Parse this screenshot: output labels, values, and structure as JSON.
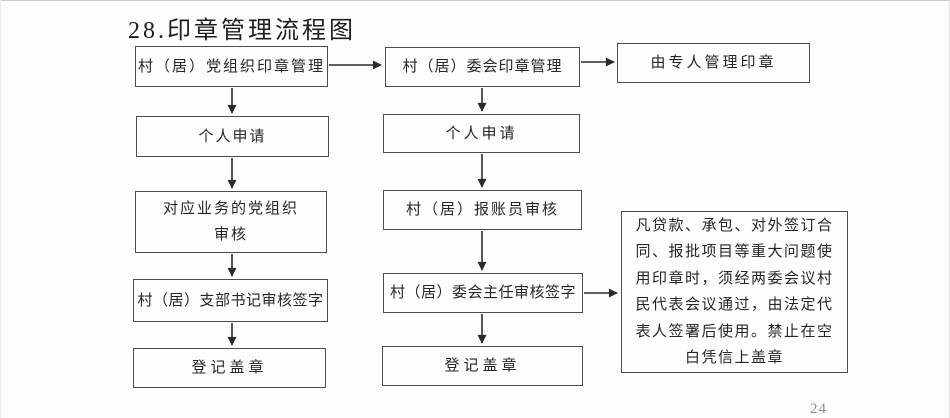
{
  "page": {
    "title": "28.印章管理流程图",
    "page_number": "24"
  },
  "colors": {
    "ink": "#262626",
    "box_border": "#4d4d4d",
    "arrow": "#2b2b2b",
    "background": "#fdfdfc"
  },
  "flowchart": {
    "left_column": {
      "boxes": [
        {
          "label": "村（居）党组织印章管理"
        },
        {
          "label": "个人申请"
        },
        {
          "label": "对应业务的党组织\n审核"
        },
        {
          "label": "村（居）支部书记审核签字"
        },
        {
          "label": "登记盖章"
        }
      ]
    },
    "middle_column": {
      "boxes": [
        {
          "label": "村（居）委会印章管理"
        },
        {
          "label": "个人申请"
        },
        {
          "label": "村（居）报账员审核"
        },
        {
          "label": "村（居）委会主任审核签字"
        },
        {
          "label": "登记盖章"
        }
      ]
    },
    "right_column": {
      "manager_box": {
        "label": "由专人管理印章"
      },
      "note_box": {
        "text": "凡贷款、承包、对外签订合\n同、报批项目等重大问题使\n用印章时，须经两委会议村\n民代表会议通过，由法定代\n表人签署后使用。禁止在空\n白凭信上盖章"
      }
    }
  }
}
